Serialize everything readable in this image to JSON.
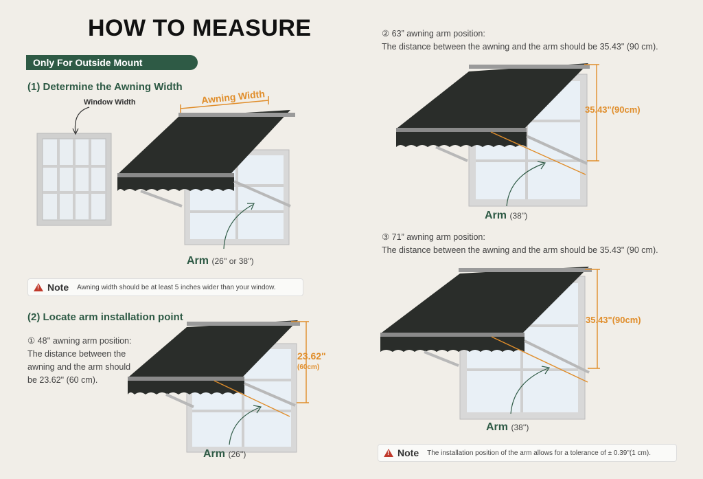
{
  "title": "HOW TO MEASURE",
  "badge": "Only For Outside Mount",
  "step1": {
    "heading": "(1) Determine the Awning Width",
    "window_width_label": "Window Width",
    "awning_width_label": "Awning Width",
    "arm_label": "Arm",
    "arm_size": "(26'' or 38'')"
  },
  "note1": {
    "label": "Note",
    "text": "Awning width should be at least 5 inches wider than your window."
  },
  "step2": {
    "heading": "(2) Locate arm installation point",
    "pos48_line1": "① 48'' awning arm position:",
    "pos48_line2": "The distance between the",
    "pos48_line3": "awning and the arm should",
    "pos48_line4": "be 23.62\" (60 cm).",
    "dist48_in": "23.62\"",
    "dist48_cm": "(60cm)",
    "arm_label": "Arm",
    "arm_size": "(26'')"
  },
  "pos63": {
    "line1": "② 63” awning arm position:",
    "line2": "The distance between the awning and the arm should be 35.43\" (90 cm).",
    "dist": "35.43\"(90cm)",
    "arm_label": "Arm",
    "arm_size": "(38'')"
  },
  "pos71": {
    "line1": "③ 71” awning arm position:",
    "line2": "The distance between the awning and the arm should be 35.43\" (90 cm).",
    "dist": "35.43\"(90cm)",
    "arm_label": "Arm",
    "arm_size": "(38'')"
  },
  "note2": {
    "label": "Note",
    "text": "The installation position of the arm allows for a tolerance of ± 0.39\"(1 cm)."
  },
  "colors": {
    "green": "#2e5a45",
    "orange": "#e08d2a",
    "canvas": "#2a2d2a",
    "frame": "#d8d8d8",
    "glass": "#e9f0f6"
  }
}
